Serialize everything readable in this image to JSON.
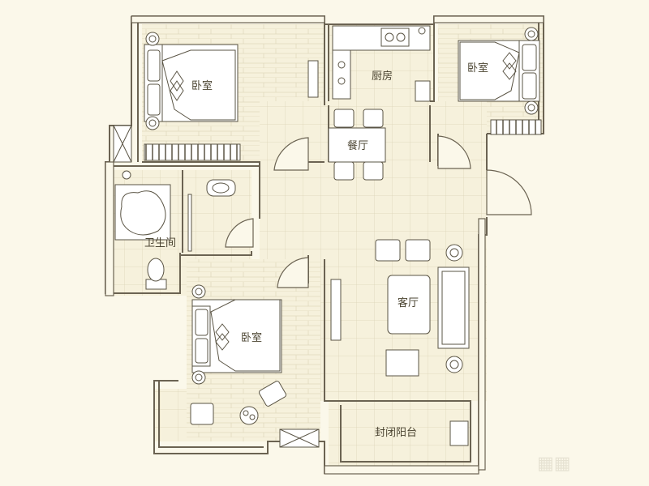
{
  "rooms": {
    "bedroom_top_left": "卧室",
    "kitchen": "厨房",
    "bedroom_top_right": "卧室",
    "dining": "餐厅",
    "bathroom": "卫生间",
    "living": "客厅",
    "bedroom_bottom": "卧室",
    "balcony": "封闭阳台"
  },
  "colors": {
    "background": "#fbf8ea",
    "floor": "#f6f1dc",
    "wall": "#6b6352",
    "line": "#8d8570",
    "fixture": "#ffffff"
  }
}
